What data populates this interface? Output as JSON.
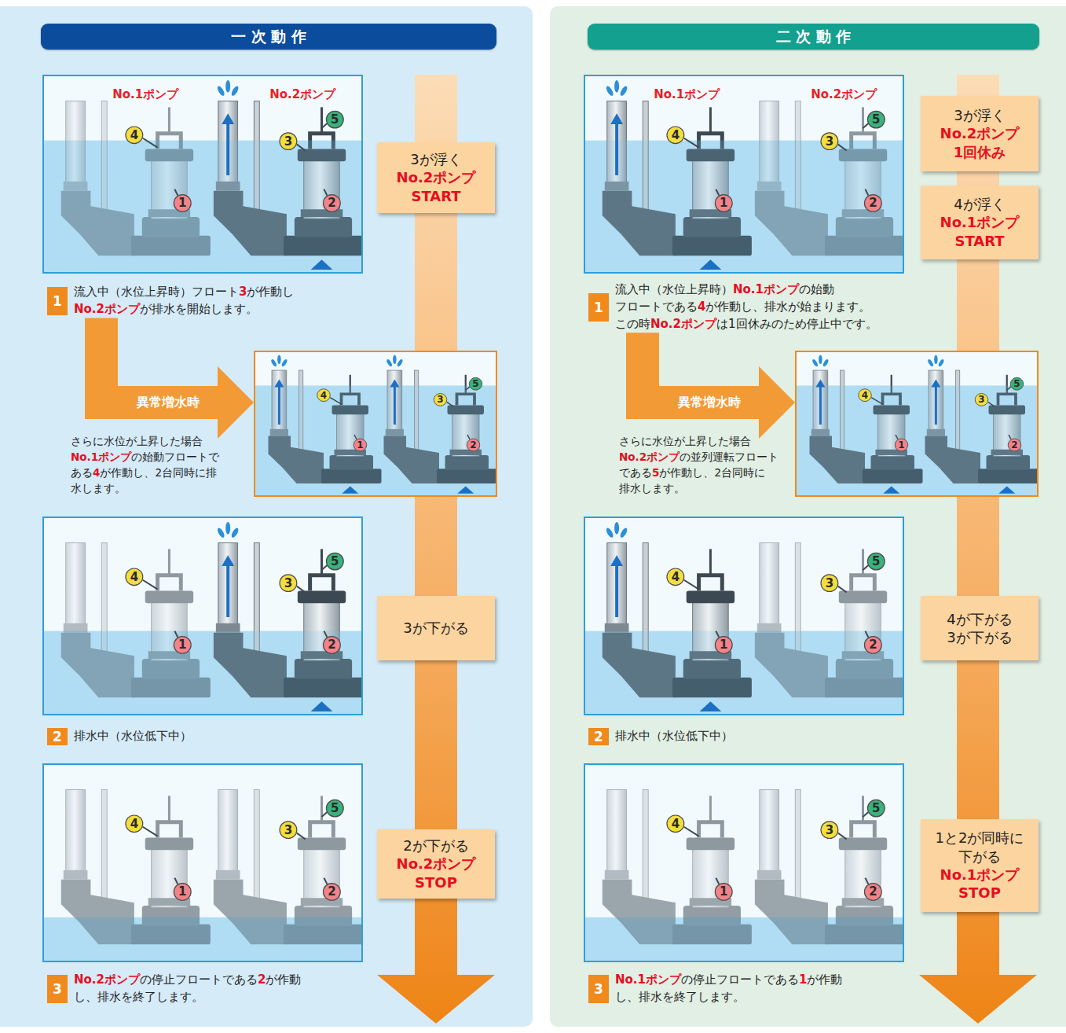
{
  "diagram": {
    "nodes": [
      {
        "text": [
          "一次動作"
        ]
      },
      {
        "text": [
          "No.1ポンプ",
          "No.2ポンプ",
          "4",
          "5",
          "3",
          "1",
          "2"
        ]
      },
      {
        "text": [
          "3が浮く",
          "No.2ポンプ START"
        ]
      },
      {
        "text": [
          "1",
          "流入中（水位上昇時）フロート3が作動し No.2ポンプが排水を開始します。"
        ]
      },
      {
        "text": [
          "4",
          "5",
          "3",
          "1",
          "2"
        ]
      },
      {
        "text": [
          "4",
          "5",
          "3",
          "1",
          "2"
        ]
      },
      {
        "text": [
          "3が下がる"
        ]
      },
      {
        "text": [
          "2",
          "排水中（水位低下中）"
        ]
      },
      {
        "text": [
          "4",
          "5",
          "3",
          "1",
          "2"
        ]
      },
      {
        "text": [
          "2が下がる",
          "No.2ポンプ STOP"
        ]
      },
      {
        "text": [
          "3",
          "No.2ポンプの停止フロートである2が作動 し、排水を終了します。"
        ]
      },
      {
        "text": [
          "二次動作"
        ]
      },
      {
        "text": [
          "No.1ポンプ",
          "No.2ポンプ",
          "4",
          "5",
          "3",
          "1",
          "2"
        ]
      },
      {
        "text": [
          "3が浮く",
          "No.2ポンプ 1回休み"
        ]
      },
      {
        "text": [
          "4が浮く",
          "No.1ポンプ START"
        ]
      },
      {
        "text": [
          "1",
          "流入中（水位上昇時）No.1ポンプの始動 フロートである4が作動し、排水が始まります。 この時No.2ポンプは1回休みのため停止中です。"
        ]
      },
      {
        "text": [
          "4",
          "5",
          "3",
          "1",
          "2"
        ]
      },
      {
        "text": [
          "4",
          "5",
          "3",
          "1",
          "2"
        ]
      },
      {
        "text": [
          "4が下がる 3が下がる"
        ]
      },
      {
        "text": [
          "2",
          "排水中（水位低下中）"
        ]
      },
      {
        "text": [
          "4",
          "5",
          "3",
          "1",
          "2"
        ]
      },
      {
        "text": [
          "1と2が同時に 下がる",
          "No.1ポンプ STOP"
        ]
      },
      {
        "text": [
          "3",
          "No.1ポンプの停止フロートである1が作動 し、排水を終了します。"
        ]
      }
    ],
    "edges": [
      {
        "from": 3,
        "to": 4,
        "label": "異常増水時",
        "arrow": "to"
      },
      {
        "from": 15,
        "to": 16,
        "label": "異常増水時",
        "arrow": "to"
      }
    ],
    "labels": [
      "さらに水位が上昇した場合 No.1ポンプの始動フロートで ある4が作動し、2台同時に排 水します。",
      "さらに水位が上昇した場合 No.2ポンプの並列運転フロート である5が作動し、2台同時に 排水します。"
    ]
  }
}
